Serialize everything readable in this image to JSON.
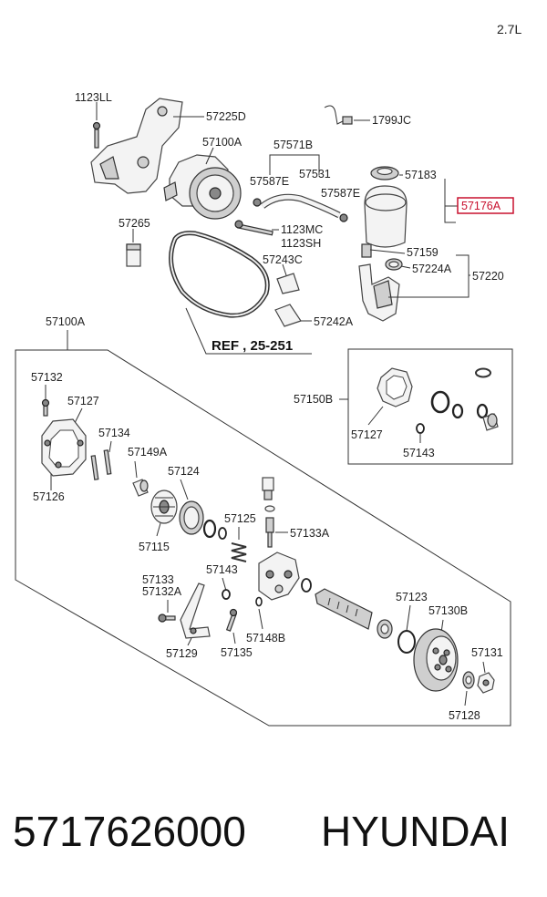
{
  "engine": "2.7L",
  "ref_label": "REF , 25-251",
  "highlight_color": "#c8102e",
  "part_number": "5717626000",
  "brand": "HYUNDAI",
  "labels": {
    "l1123LL": "1123LL",
    "l57225D": "57225D",
    "l1799JC": "1799JC",
    "l57100A_top": "57100A",
    "l57571B": "57571B",
    "l57587E_a": "57587E",
    "l57531": "57531",
    "l57587E_b": "57587E",
    "l57183": "57183",
    "l57176A": "57176A",
    "l57265": "57265",
    "l1123MC": "1123MC",
    "l1123SH": "1123SH",
    "l57159": "57159",
    "l57243C": "57243C",
    "l57224A": "57224A",
    "l57220": "57220",
    "l57242A": "57242A",
    "l57100A_box": "57100A",
    "l57132": "57132",
    "l57127": "57127",
    "l57150B": "57150B",
    "l57127_kit": "57127",
    "l57143_kit": "57143",
    "l57134": "57134",
    "l57149A": "57149A",
    "l57126": "57126",
    "l57124": "57124",
    "l57125": "57125",
    "l57133A": "57133A",
    "l57115": "57115",
    "l57143": "57143",
    "l57133": "57133",
    "l57132A": "57132A",
    "l57123": "57123",
    "l57130B": "57130B",
    "l57131": "57131",
    "l57129": "57129",
    "l57135": "57135",
    "l57148B": "57148B",
    "l57128": "57128"
  }
}
